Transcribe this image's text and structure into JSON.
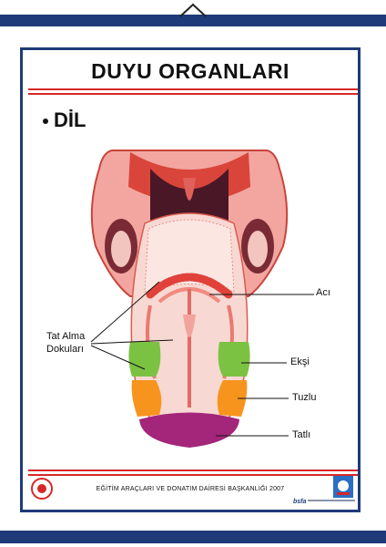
{
  "poster": {
    "title": "DUYU ORGANLARI",
    "subtitle": "DİL",
    "footer": "EĞİTİM ARAÇLARI  VE DONATIM DAİRESİ BAŞKANLIĞI  2007",
    "brand": "bsfa"
  },
  "labels": {
    "aci": "Acı",
    "eksi": "Ekşi",
    "tuzlu": "Tuzlu",
    "tatli": "Tatlı",
    "tat_alma_line1": "Tat Alma",
    "tat_alma_line2": "Dokuları"
  },
  "colors": {
    "frame": "#1e3a78",
    "accent_red": "#d62828",
    "eksi_green": "#7cc242",
    "tuzlu_orange": "#f7941d",
    "tatli_purple": "#a3267a",
    "tongue_pink": "#f4b7b0"
  }
}
